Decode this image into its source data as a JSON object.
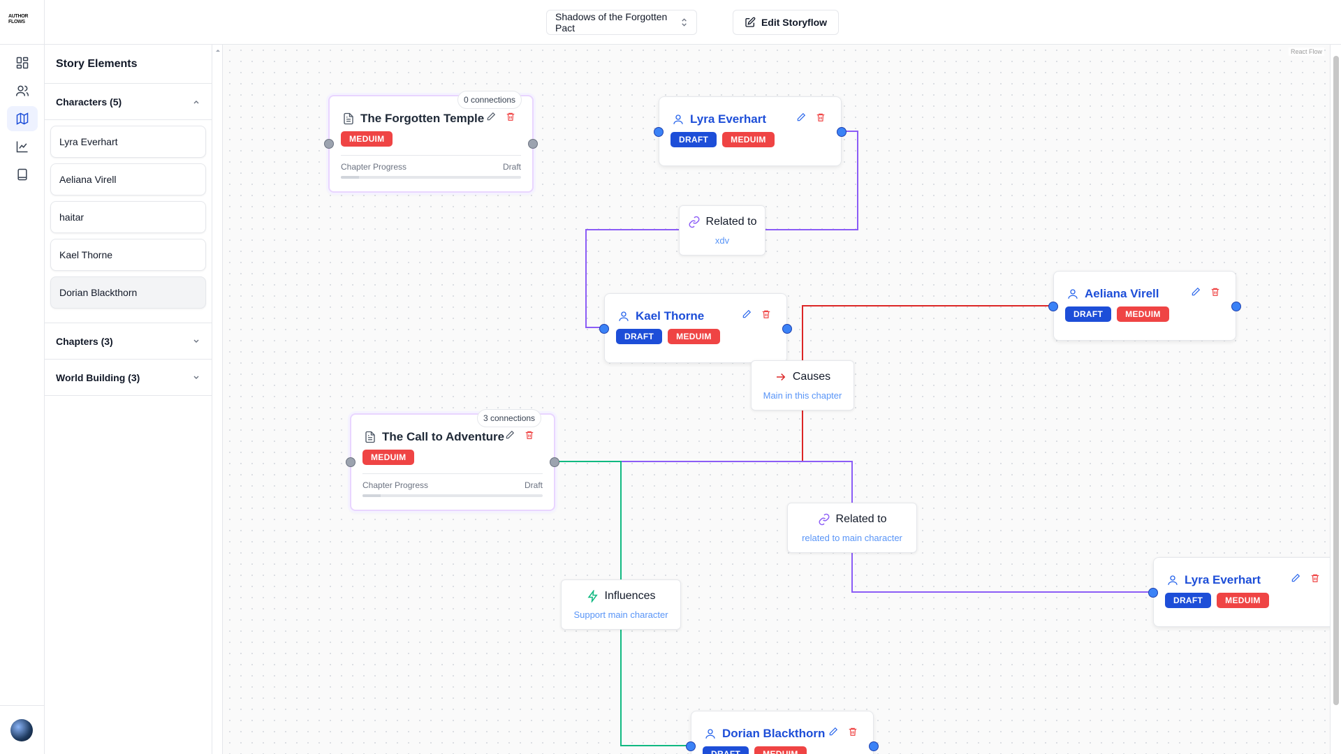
{
  "app": {
    "logo_text": "AUTHOR FLOWS"
  },
  "topbar": {
    "story_title": "Shadows of the Forgotten Pact",
    "edit_label": "Edit Storyflow"
  },
  "sidebar": {
    "title": "Story Elements",
    "sections": [
      {
        "label": "Characters (5)",
        "expanded": true
      },
      {
        "label": "Chapters (3)",
        "expanded": false
      },
      {
        "label": "World Building (3)",
        "expanded": false
      }
    ],
    "characters": [
      "Lyra Everhart",
      "Aeliana Virell",
      "haitar",
      "Kael Thorne",
      "Dorian Blackthorn"
    ]
  },
  "canvas": {
    "attribution": "React Flow",
    "nodes": {
      "forgotten_temple": {
        "title": "The Forgotten Temple",
        "priority": "MEDUIM",
        "connections": "0 connections",
        "progress_label": "Chapter Progress",
        "status": "Draft",
        "progress": 0.1
      },
      "call_to_adventure": {
        "title": "The Call to Adventure",
        "priority": "MEDUIM",
        "connections": "3 connections",
        "progress_label": "Chapter Progress",
        "status": "Draft",
        "progress": 0.1
      },
      "lyra_1": {
        "title": "Lyra Everhart",
        "status": "DRAFT",
        "priority": "MEDUIM"
      },
      "kael": {
        "title": "Kael Thorne",
        "status": "DRAFT",
        "priority": "MEDUIM"
      },
      "aeliana": {
        "title": "Aeliana Virell",
        "status": "DRAFT",
        "priority": "MEDUIM"
      },
      "lyra_2": {
        "title": "Lyra Everhart",
        "status": "DRAFT",
        "priority": "MEDUIM"
      },
      "dorian": {
        "title": "Dorian Blackthorn",
        "status": "DRAFT",
        "priority": "MEDUIM"
      }
    },
    "edges": {
      "related_xdv": {
        "type": "Related to",
        "description": "xdv"
      },
      "causes": {
        "type": "Causes",
        "description": "Main in this chapter"
      },
      "related_main": {
        "type": "Related to",
        "description": "related to main character"
      },
      "influences": {
        "type": "Influences",
        "description": "Support main character"
      }
    }
  },
  "colors": {
    "accent": "#1d4ed8",
    "priority": "#ef4444",
    "relates": "#8b5cf6",
    "causes": "#dc2626",
    "influences": "#10b981"
  }
}
